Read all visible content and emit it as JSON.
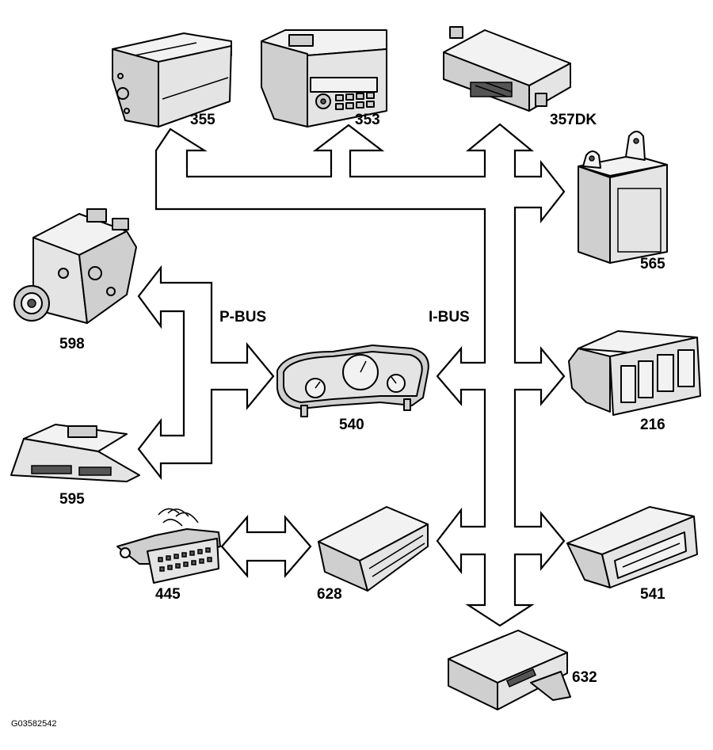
{
  "buses": {
    "p_bus": "P-BUS",
    "i_bus": "I-BUS"
  },
  "modules": {
    "m355": "355",
    "m353": "353",
    "m357": "357DK",
    "m565": "565",
    "m598": "598",
    "m540": "540",
    "m216": "216",
    "m595": "595",
    "m445": "445",
    "m628": "628",
    "m541": "541",
    "m632": "632"
  },
  "figure_code": "G03582542"
}
